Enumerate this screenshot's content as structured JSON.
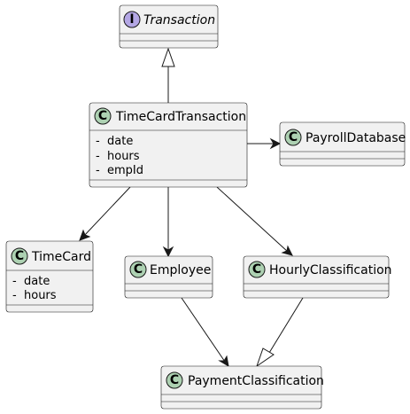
{
  "diagram": {
    "classes": {
      "transaction": {
        "name": "Transaction",
        "stereotype": "I",
        "attributes": []
      },
      "timecard_transaction": {
        "name": "TimeCardTransaction",
        "stereotype": "C",
        "attributes": [
          {
            "visibility": "-",
            "name": "date"
          },
          {
            "visibility": "-",
            "name": "hours"
          },
          {
            "visibility": "-",
            "name": "empId"
          }
        ]
      },
      "payroll_database": {
        "name": "PayrollDatabase",
        "stereotype": "C",
        "attributes": []
      },
      "timecard": {
        "name": "TimeCard",
        "stereotype": "C",
        "attributes": [
          {
            "visibility": "-",
            "name": "date"
          },
          {
            "visibility": "-",
            "name": "hours"
          }
        ]
      },
      "employee": {
        "name": "Employee",
        "stereotype": "C",
        "attributes": []
      },
      "hourly_classification": {
        "name": "HourlyClassification",
        "stereotype": "C",
        "attributes": []
      },
      "payment_classification": {
        "name": "PaymentClassification",
        "stereotype": "C",
        "attributes": []
      }
    },
    "relations": [
      {
        "from": "TimeCardTransaction",
        "to": "Transaction",
        "kind": "realization"
      },
      {
        "from": "TimeCardTransaction",
        "to": "PayrollDatabase",
        "kind": "association"
      },
      {
        "from": "TimeCardTransaction",
        "to": "TimeCard",
        "kind": "association"
      },
      {
        "from": "TimeCardTransaction",
        "to": "Employee",
        "kind": "association"
      },
      {
        "from": "TimeCardTransaction",
        "to": "HourlyClassification",
        "kind": "association"
      },
      {
        "from": "Employee",
        "to": "PaymentClassification",
        "kind": "association"
      },
      {
        "from": "HourlyClassification",
        "to": "PaymentClassification",
        "kind": "generalization"
      }
    ],
    "colors": {
      "box_fill": "#f1f1f1",
      "border": "#181818",
      "class_circle": "#add1b2",
      "interface_circle": "#b4a7e5"
    }
  }
}
